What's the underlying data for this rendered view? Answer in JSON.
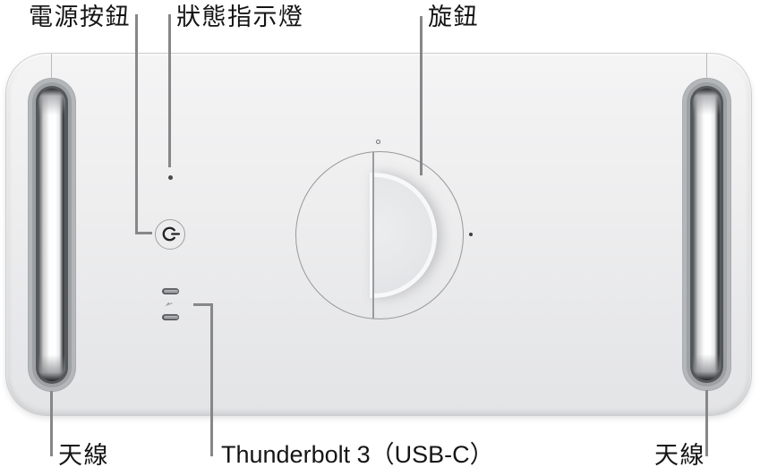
{
  "diagram": {
    "callouts": {
      "power_button": {
        "label": "電源按鈕"
      },
      "status_indicator_light": {
        "label": "狀態指示燈"
      },
      "knob": {
        "label": "旋鈕"
      },
      "antenna_left": {
        "label": "天線"
      },
      "thunderbolt_ports": {
        "label": "Thunderbolt 3（USB-C）"
      },
      "antenna_right": {
        "label": "天線"
      }
    },
    "icons": {
      "power_icon": "power-standby-symbol-rotated-right",
      "status_light": "small-dark-dot",
      "thunderbolt_port_icon": "usb-c-port-slot",
      "thunderbolt_bolt_icon": "tiny-lightning-mark",
      "knob_unlock_mark": "small-circle-outline",
      "knob_lock_mark": "small-filled-dot"
    },
    "colors": {
      "background": "#ffffff",
      "body_gradient_top": "#f4f4f5",
      "body_gradient_bottom": "#e3e4e6",
      "callout_line": "#87878a",
      "label_text": "#151515",
      "knob_outline": "#97989b",
      "port_dark": "#3b3d40",
      "antenna_core_highlight": "#ffffff"
    }
  }
}
